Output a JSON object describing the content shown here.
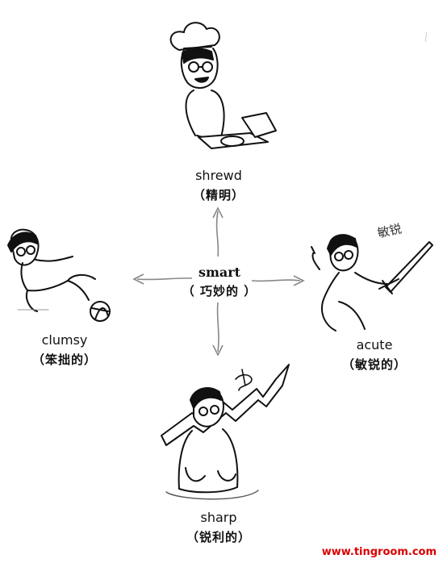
{
  "center": {
    "en": "smart",
    "zh": "（ 巧妙的 ）"
  },
  "top": {
    "en": "shrewd",
    "zh": "（精明）"
  },
  "left": {
    "en": "clumsy",
    "zh": "（笨拙的）"
  },
  "right": {
    "en": "acute",
    "zh": "（敏锐的）",
    "handwritten_note": "敏锐"
  },
  "bottom": {
    "en": "sharp",
    "zh": "（锐利的）"
  },
  "credit": "www.tingroom.com",
  "colors": {
    "ink": "#111111",
    "arrow": "#888888",
    "credit": "#d90000"
  }
}
